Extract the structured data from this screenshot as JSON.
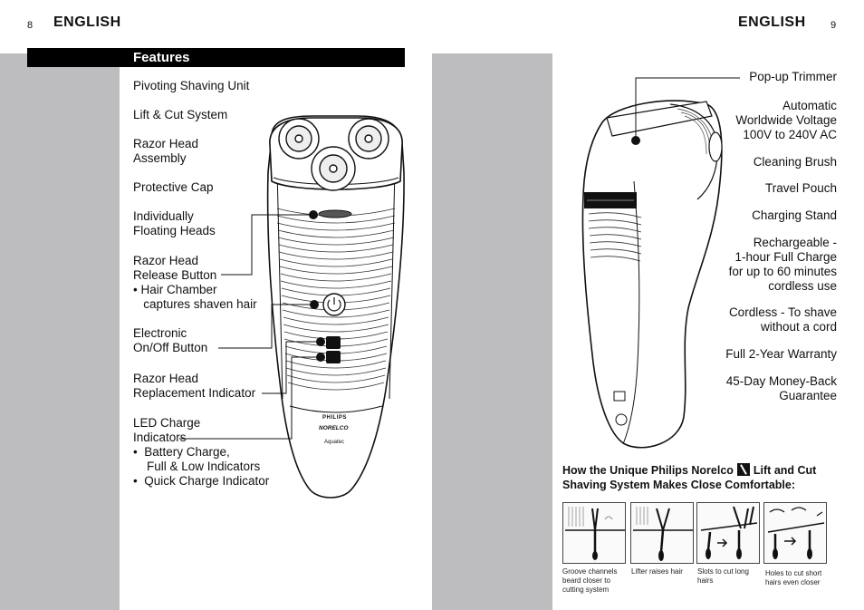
{
  "left_page": {
    "page_number": "8",
    "header": "ENGLISH",
    "section_title": "Features",
    "labels": {
      "pivoting": "Pivoting Shaving Unit",
      "lift_cut": "Lift & Cut System",
      "razor_head_assembly": "Razor Head\nAssembly",
      "protective_cap": "Protective Cap",
      "floating_heads": "Individually\nFloating Heads",
      "release_button": "Razor Head\nRelease Button\n• Hair Chamber\n   captures shaven hair",
      "on_off": "Electronic\nOn/Off Button",
      "replacement": "Razor Head\nReplacement Indicator",
      "led_charge": "LED Charge\nIndicators\n•  Battery Charge,\n    Full & Low Indicators\n•  Quick Charge Indicator"
    },
    "shaver_branding": {
      "brand": "PHILIPS",
      "product_line": "NORELCO",
      "model": "Aquatec"
    }
  },
  "right_page": {
    "page_number": "9",
    "header": "ENGLISH",
    "features": [
      "Pop-up Trimmer",
      "Automatic\nWorldwide Voltage\n100V to 240V AC",
      "Cleaning Brush",
      "Travel Pouch",
      "Charging Stand",
      "Rechargeable -\n1-hour Full Charge\nfor up to 60 minutes\ncordless use",
      "Cordless - To shave\nwithout a cord",
      "Full 2-Year Warranty",
      "45-Day Money-Back\nGuarantee"
    ],
    "how_title_part1": "How the Unique Philips Norelco",
    "how_title_part2": "Lift and Cut\nShaving System Makes Close Comfortable:",
    "panels": [
      {
        "caption": "Groove channels\nbeard closer to\ncutting system"
      },
      {
        "caption": "Lifter raises hair"
      },
      {
        "caption": "Slots to cut long\nhairs"
      },
      {
        "caption": "Holes to cut short\nhairs even closer"
      }
    ]
  }
}
